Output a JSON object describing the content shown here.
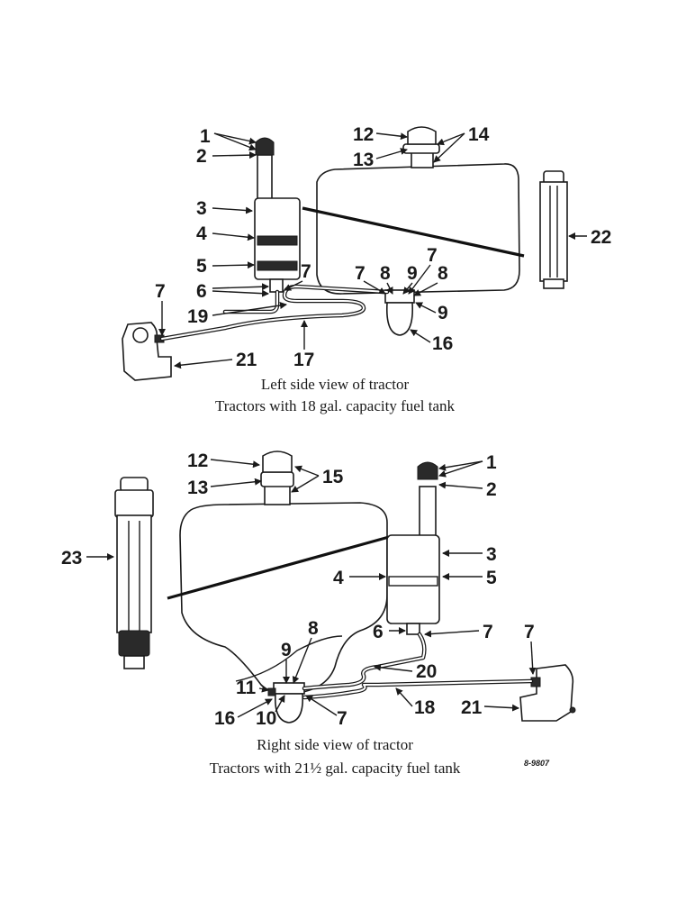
{
  "top_view": {
    "callouts": {
      "n1": "1",
      "n2": "2",
      "n3": "3",
      "n4": "4",
      "n5": "5",
      "n6": "6",
      "n7a": "7",
      "n7b": "7",
      "n7c": "7",
      "n7d": "7",
      "n8a": "8",
      "n8b": "8",
      "n9a": "9",
      "n9b": "9",
      "n12": "12",
      "n13": "13",
      "n14": "14",
      "n16": "16",
      "n17": "17",
      "n19": "19",
      "n21": "21",
      "n22": "22"
    },
    "caption_line1": "Left side view of tractor",
    "caption_line2": "Tractors with 18 gal. capacity fuel tank"
  },
  "bottom_view": {
    "callouts": {
      "n1": "1",
      "n2": "2",
      "n3": "3",
      "n4": "4",
      "n5": "5",
      "n6": "6",
      "n7a": "7",
      "n7b": "7",
      "n7c": "7",
      "n8": "8",
      "n9": "9",
      "n10": "10",
      "n11": "11",
      "n12": "12",
      "n13": "13",
      "n15": "15",
      "n16": "16",
      "n18": "18",
      "n20": "20",
      "n21": "21",
      "n23": "23"
    },
    "caption_line1": "Right side view of tractor",
    "caption_line2": "Tractors with 21½ gal. capacity fuel tank"
  },
  "drawing_ref": "8-9807"
}
